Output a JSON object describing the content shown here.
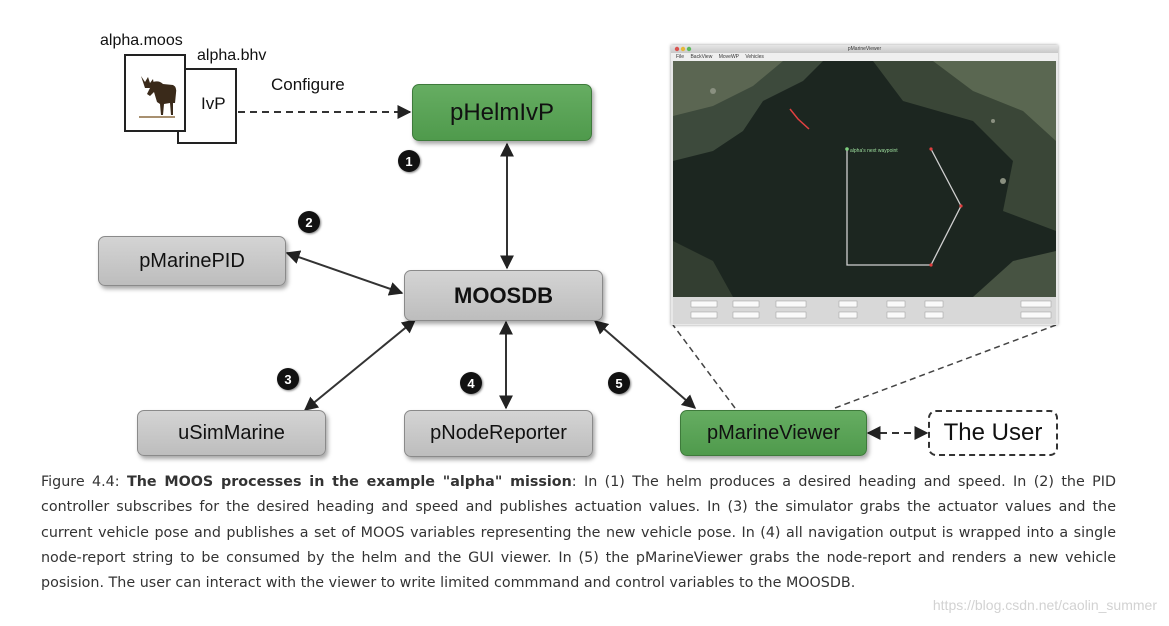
{
  "files": {
    "moos": "alpha.moos",
    "bhv": "alpha.bhv",
    "bhv_content": "IvP"
  },
  "edge_label": "Configure",
  "nodes": {
    "helm": "pHelmIvP",
    "pid": "pMarinePID",
    "db": "MOOSDB",
    "sim": "uSimMarine",
    "reporter": "pNodeReporter",
    "viewer": "pMarineViewer",
    "user": "The User"
  },
  "badges": [
    "1",
    "2",
    "3",
    "4",
    "5"
  ],
  "viewer_screenshot": {
    "window_title": "pMarineViewer",
    "menus": [
      "File",
      "BackView",
      "MoveWP",
      "Vehicles"
    ],
    "waypoint_label": "alpha's next waypoint"
  },
  "caption": {
    "prefix": "Figure 4.4: ",
    "title": "The MOOS processes in the example \"alpha\" mission",
    "body": ": In (1) The helm produces a desired heading and speed. In (2) the PID controller subscribes for the desired heading and speed and publishes actuation values. In (3) the simulator grabs the actuator values and the current vehicle pose and publishes a set of MOOS variables representing the new vehicle pose. In (4) all navigation output is wrapped into a single node-report string to be consumed by the helm and the GUI viewer. In (5) the pMarineViewer grabs the node-report and renders a new vehicle posision. The user can interact with the viewer to write limited commmand and control variables to the MOOSDB."
  },
  "watermark": "https://blog.csdn.net/caolin_summer",
  "colors": {
    "node_green": "#5aa356",
    "node_gray": "#c9c9c9",
    "badge": "#111111"
  }
}
